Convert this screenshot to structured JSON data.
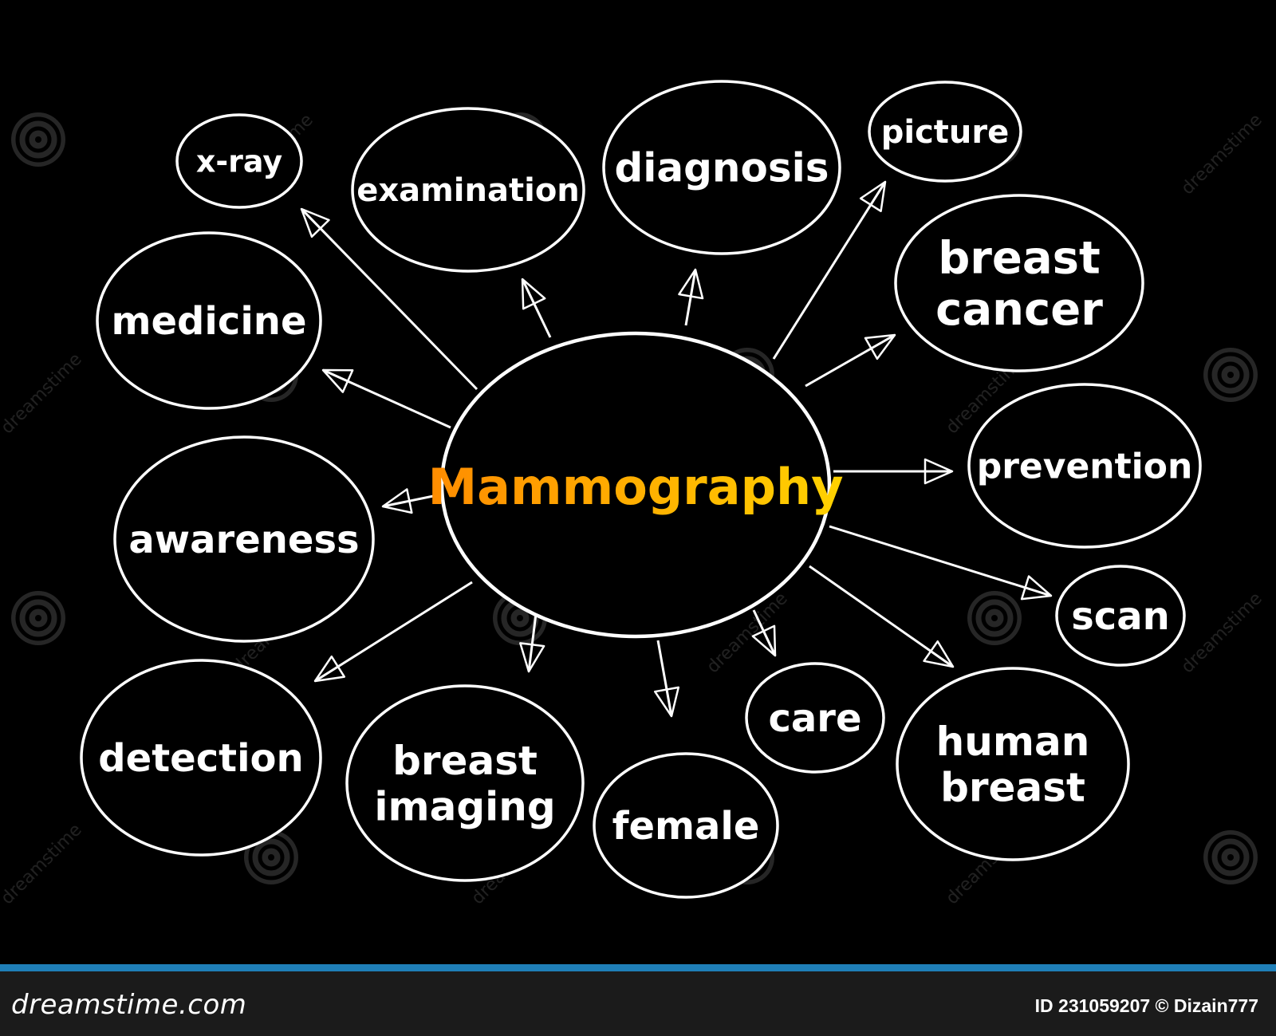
{
  "center": {
    "label": "Mammography",
    "gradient": [
      "#ff8c00",
      "#ffd200"
    ]
  },
  "nodes": [
    {
      "id": "x-ray",
      "lines": [
        "x-ray"
      ]
    },
    {
      "id": "examination",
      "lines": [
        "examination"
      ]
    },
    {
      "id": "diagnosis",
      "lines": [
        "diagnosis"
      ]
    },
    {
      "id": "picture",
      "lines": [
        "picture"
      ]
    },
    {
      "id": "breast-cancer",
      "lines": [
        "breast",
        "cancer"
      ]
    },
    {
      "id": "medicine",
      "lines": [
        "medicine"
      ]
    },
    {
      "id": "prevention",
      "lines": [
        "prevention"
      ]
    },
    {
      "id": "awareness",
      "lines": [
        "awareness"
      ]
    },
    {
      "id": "scan",
      "lines": [
        "scan"
      ]
    },
    {
      "id": "detection",
      "lines": [
        "detection"
      ]
    },
    {
      "id": "breast-imaging",
      "lines": [
        "breast",
        "imaging"
      ]
    },
    {
      "id": "female",
      "lines": [
        "female"
      ]
    },
    {
      "id": "care",
      "lines": [
        "care"
      ]
    },
    {
      "id": "human-breast",
      "lines": [
        "human",
        "breast"
      ]
    }
  ],
  "watermark": {
    "text": "dreamstime"
  },
  "footer": {
    "logo": "dreamstime.com",
    "credit": "ID 231059207 © Dizain777",
    "accent_color": "#1f7fb8"
  }
}
